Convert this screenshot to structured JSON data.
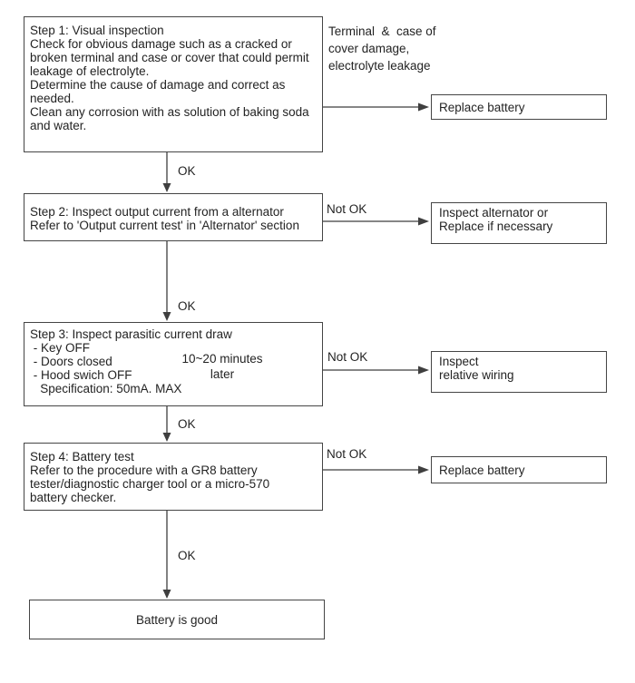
{
  "flow": {
    "step1": {
      "lines": [
        "Step 1: Visual inspection",
        "Check for obvious damage such as a cracked or",
        "broken terminal and case or cover that could permit",
        "leakage of electrolyte.",
        "Determine the cause of damage and correct as",
        "needed.",
        "Clean any corrosion with as solution of baking soda",
        "and water."
      ]
    },
    "annotation": {
      "lines": [
        "Terminal  &  case of",
        "cover damage,",
        "electrolyte leakage"
      ]
    },
    "step2": {
      "lines": [
        "Step 2: Inspect output current from a alternator",
        "Refer to 'Output current test' in 'Alternator' section"
      ]
    },
    "step3": {
      "lines": [
        "Step 3: Inspect parasitic current draw",
        " - Key OFF",
        " - Doors closed",
        " - Hood swich OFF",
        "   Specification: 50mA. MAX"
      ]
    },
    "wait_note": {
      "lines": [
        "10~20 minutes",
        "later"
      ]
    },
    "step4": {
      "lines": [
        "Step 4: Battery test",
        "Refer to the procedure with a GR8 battery",
        "tester/diagnostic charger tool or a micro-570",
        "battery checker."
      ]
    },
    "outcome1": {
      "lines": [
        "Replace battery"
      ]
    },
    "outcome2": {
      "lines": [
        "Inspect alternator or",
        "Replace if necessary"
      ]
    },
    "outcome3": {
      "lines": [
        "Inspect",
        "relative wiring"
      ]
    },
    "outcome4": {
      "lines": [
        "Replace battery"
      ]
    },
    "final": {
      "lines": [
        "Battery is good"
      ]
    },
    "ok_label": "OK",
    "not_ok_label": "Not OK"
  },
  "colors": {
    "background": "#ffffff",
    "border": "#454545",
    "connector": "#3f3f3f",
    "text": "#232323"
  }
}
